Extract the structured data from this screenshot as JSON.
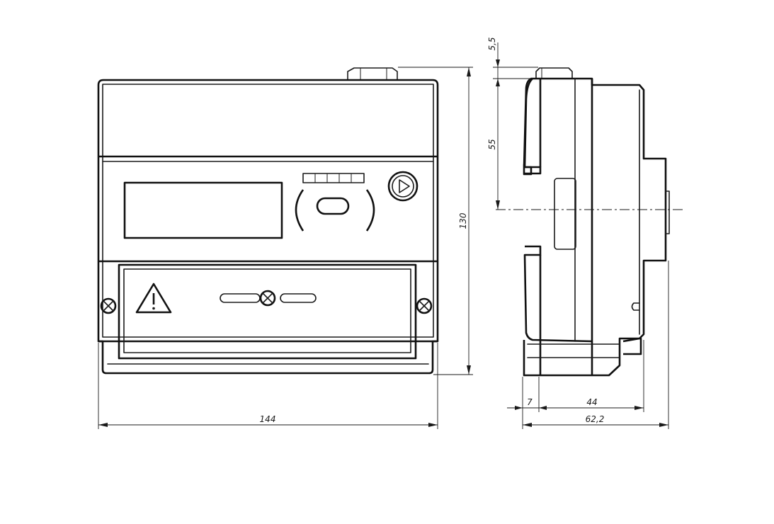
{
  "dimensions": {
    "front_width": "144",
    "front_height": "130",
    "side_top_offset": "5,5",
    "side_center_height": "55",
    "side_rail_depth": "7",
    "side_body_depth": "44",
    "side_total_depth": "62,2"
  },
  "icons": {
    "warning": "warning-triangle-icon",
    "play": "play-button-icon",
    "screw": "screw-icon"
  }
}
